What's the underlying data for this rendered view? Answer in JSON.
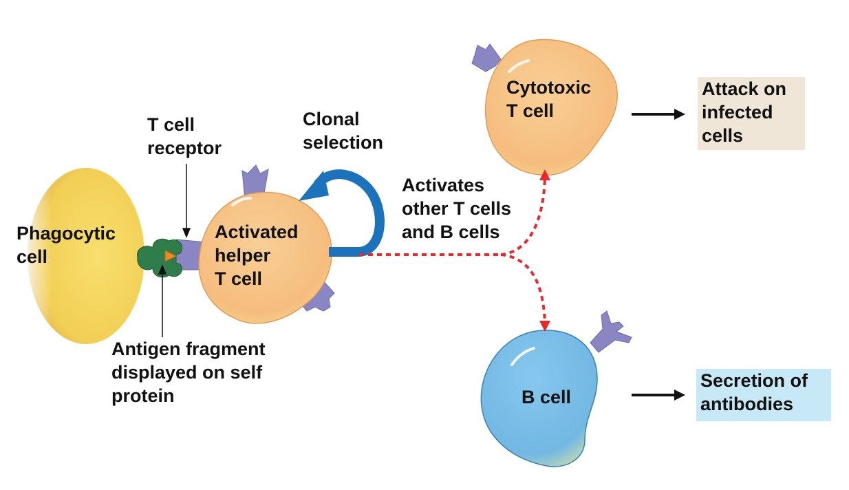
{
  "labels": {
    "phagocytic_cell": [
      "Phagocytic",
      "cell"
    ],
    "t_cell_receptor": [
      "T cell",
      "receptor"
    ],
    "antigen_fragment": [
      "Antigen fragment",
      "displayed on self",
      "protein"
    ],
    "clonal_selection": [
      "Clonal",
      "selection"
    ],
    "activated_helper": [
      "Activated",
      "helper",
      "T cell"
    ],
    "activates_other": [
      "Activates",
      "other T cells",
      "and B cells"
    ],
    "cytotoxic": [
      "Cytotoxic",
      "T cell"
    ],
    "b_cell": [
      "B cell"
    ],
    "attack": [
      "Attack on",
      "infected",
      "cells"
    ],
    "secretion": [
      "Secretion of",
      "antibodies"
    ]
  },
  "colors": {
    "phagocyte": "#f0c94a",
    "t_cell": "#f6c486",
    "b_cell": "#79bde6",
    "receptor": "#8a86c4",
    "mhc": "#2f7d4a",
    "antigen": "#f08a1e",
    "clonal_arrow": "#1c73bb",
    "dashed_path": "#e8282c",
    "attack_box": "#efe6d8",
    "secretion_box": "#c7e8f6"
  }
}
